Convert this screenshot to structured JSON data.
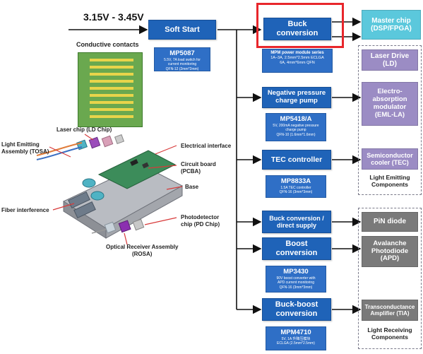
{
  "voltage": "3.15V - 3.45V",
  "contacts_label": "Conductive contacts",
  "soft_start": {
    "label": "Soft Start",
    "ic": "MP5087",
    "desc": "5.5V, 7A load switch for\ncurrent monitoring\nQFN-12 (2mm*2mm)"
  },
  "buck": {
    "label": "Buck\nconversion",
    "ic": "MPM power module series",
    "desc": "1A–3A, 2.5mm*2.5mm ECLGA\n6A, 4mm*6mm QFN"
  },
  "neg_pump": {
    "label": "Negative pressure\ncharge pump",
    "ic": "MP5418/A",
    "desc": "5V, 200mA negative pressure\ncharge pump\nQFN-10 (1.6mm*1.6mm)"
  },
  "tec": {
    "label": "TEC controller",
    "ic": "MP8833A",
    "desc": "1.5A TEC controller\nQFN-16 (3mm*3mm)"
  },
  "buck_direct": {
    "label": "Buck conversion /\ndirect supply"
  },
  "boost": {
    "label": "Boost\nconversion",
    "ic": "MP3430",
    "desc": "90V boost converter with\nAPD current monitoring\nQFN-16 (3mm*3mm)"
  },
  "buck_boost": {
    "label": "Buck-boost\nconversion",
    "ic": "MPM4710",
    "desc": "5V, 1A 升降压模块\nECLGA (2.5mm*2.5mm)"
  },
  "targets": {
    "master": "Master chip\n(DSP/FPGA)",
    "laser": "Laser Drive\n(LD)",
    "eml": "Electro-\nabsorption\nmodulator\n(EML-LA)",
    "semi": "Semiconductor\ncooler (TEC)",
    "pin": "PiN diode",
    "apd": "Avalanche\nPhotodiode\n(APD)",
    "tia": "Transconductance\nAmplifier (TIA)"
  },
  "groups": {
    "emitting": "Light Emitting\nComponents",
    "receiving": "Light Receiving\nComponents"
  },
  "module_labels": {
    "laser_chip": "Laser chip (LD Chip)",
    "tosa": "Light Emitting\nAssembly (TOSA)",
    "electrical": "Electrical interface",
    "pcba": "Circuit board\n(PCBA)",
    "base": "Base",
    "fiber": "Fiber interference",
    "pd_chip": "Photodetector\nchip (PD Chip)",
    "rosa": "Optical Receiver Assembly\n(ROSA)"
  },
  "colors": {
    "block_blue": "#1f63b8",
    "master_cyan": "#5bc8dc",
    "purple": "#9b8cc4",
    "gray": "#7a7a7a",
    "highlight_red": "#e8262b"
  }
}
